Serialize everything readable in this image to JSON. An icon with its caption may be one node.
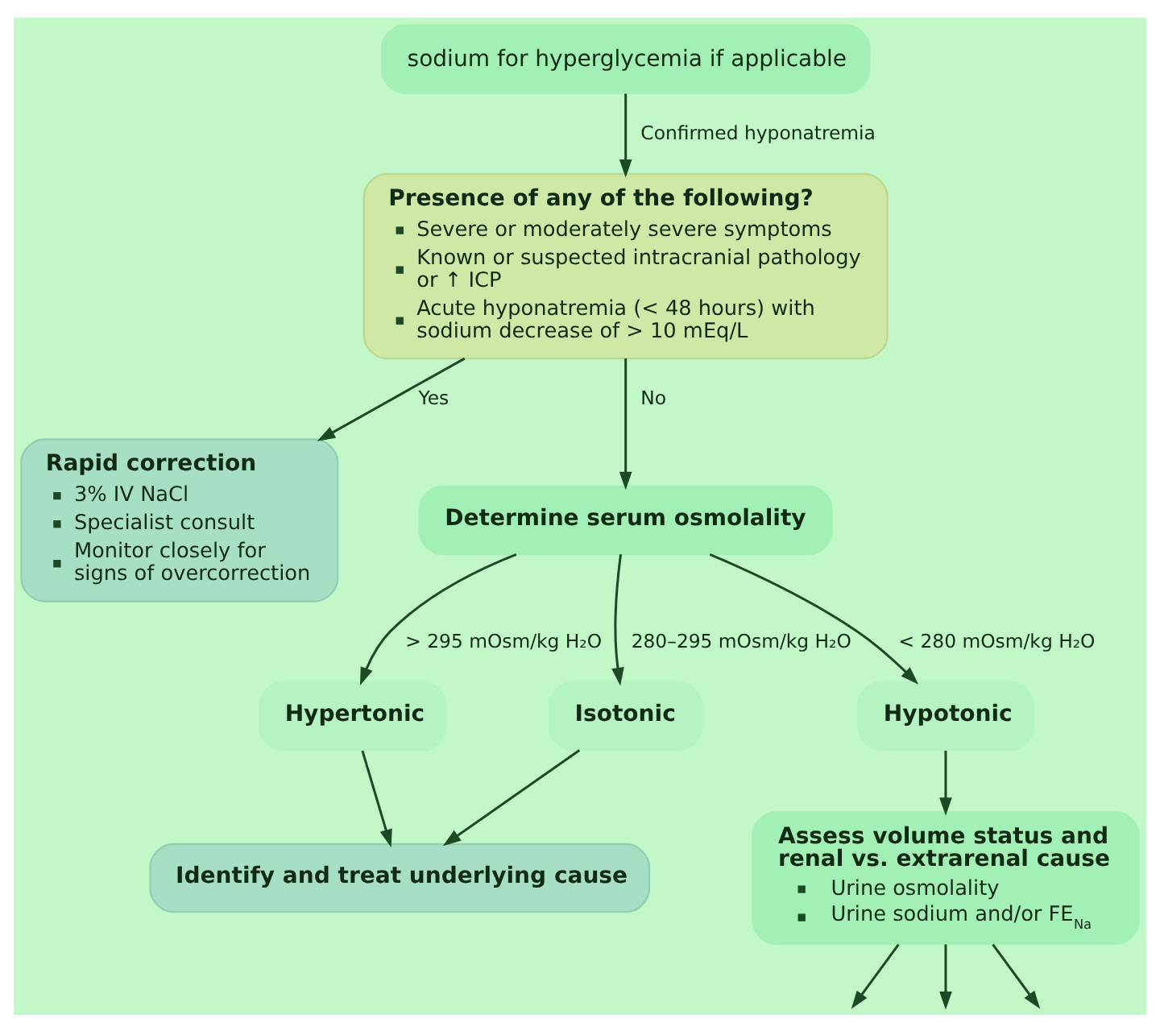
{
  "diagram": {
    "nodes": [
      {
        "text": [
          "sodium for hyperglycemia if applicable"
        ]
      },
      {
        "text": [
          "Presence of any of the following?",
          "Severe or moderately severe symptoms",
          "Known or suspected intracranial pathology or ↑ ICP",
          "Acute hyponatremia (< 48 hours) with sodium decrease of > 10 mEq/L"
        ]
      },
      {
        "text": [
          "Rapid correction",
          "3% IV NaCl",
          "Specialist consult",
          "Monitor closely for signs of overcorrection"
        ]
      },
      {
        "text": [
          "Determine serum osmolality"
        ]
      },
      {
        "text": [
          "Hypertonic"
        ]
      },
      {
        "text": [
          "Isotonic"
        ]
      },
      {
        "text": [
          "Hypotonic"
        ]
      },
      {
        "text": [
          "Identify and treat underlying cause"
        ]
      },
      {
        "text": [
          "Assess volume status and renal vs. extrarenal cause",
          "Urine osmolality",
          "Urine sodium and/or FE$_{Na}$"
        ]
      }
    ],
    "edges": [
      {
        "from": 0,
        "to": 1,
        "arrow": "to",
        "label": "Confirmed hyponatremia"
      },
      {
        "from": 1,
        "to": 2,
        "arrow": "to",
        "label": "Yes"
      },
      {
        "from": 1,
        "to": 3,
        "arrow": "to",
        "label": "No"
      },
      {
        "from": 3,
        "to": 4,
        "arrow": "to",
        "label": "> 295 mOsm/kg H₂O"
      },
      {
        "from": 3,
        "to": 5,
        "arrow": "to",
        "label": "280–295 mOsm/kg H₂O"
      },
      {
        "from": 3,
        "to": 6,
        "arrow": "to",
        "label": "< 280 mOsm/kg H₂O"
      },
      {
        "from": 4,
        "to": 7,
        "arrow": "to"
      },
      {
        "from": 5,
        "to": 7,
        "arrow": "to"
      },
      {
        "from": 6,
        "to": 8,
        "arrow": "to"
      },
      {
        "from": 8,
        "to": null,
        "arrow": "to"
      },
      {
        "from": 8,
        "to": null,
        "arrow": "to"
      },
      {
        "from": 8,
        "to": null,
        "arrow": "to"
      }
    ]
  }
}
